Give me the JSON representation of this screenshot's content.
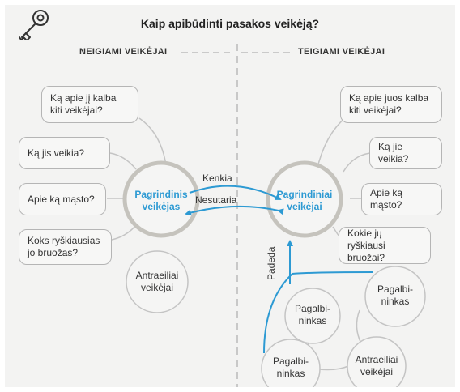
{
  "title": "Kaip apibūdinti pasakos veikėją?",
  "headers": {
    "left": "NEIGIAMI VEIKĖJAI",
    "right": "TEIGIAMI VEIKĖJAI"
  },
  "left": {
    "questions": [
      "Ką apie jį kalba kiti veikėjai?",
      "Ką jis veikia?",
      "Apie ką mąsto?",
      "Koks ryškiausias jo bruožas?"
    ],
    "main": "Pagrindinis veikėjas",
    "secondary": "Antraeiliai veikėjai"
  },
  "right": {
    "questions": [
      "Ką apie juos kalba kiti veikėjai?",
      "Ką jie veikia?",
      "Apie ką mąsto?",
      "Kokie jų ryškiausi bruožai?"
    ],
    "main": "Pagrindiniai veikėjai",
    "helpers": [
      "Pagalbi- ninkas",
      "Pagalbi- ninkas",
      "Pagalbi- ninkas"
    ],
    "secondary": "Antraeiliai veikėjai"
  },
  "arrows": {
    "harms": "Kenkia",
    "disagrees": "Nesutaria",
    "helps": "Padeda"
  },
  "colors": {
    "accent": "#2d9ad3",
    "outline": "#b5b5b5",
    "main_ring": "#c5c3bd"
  }
}
